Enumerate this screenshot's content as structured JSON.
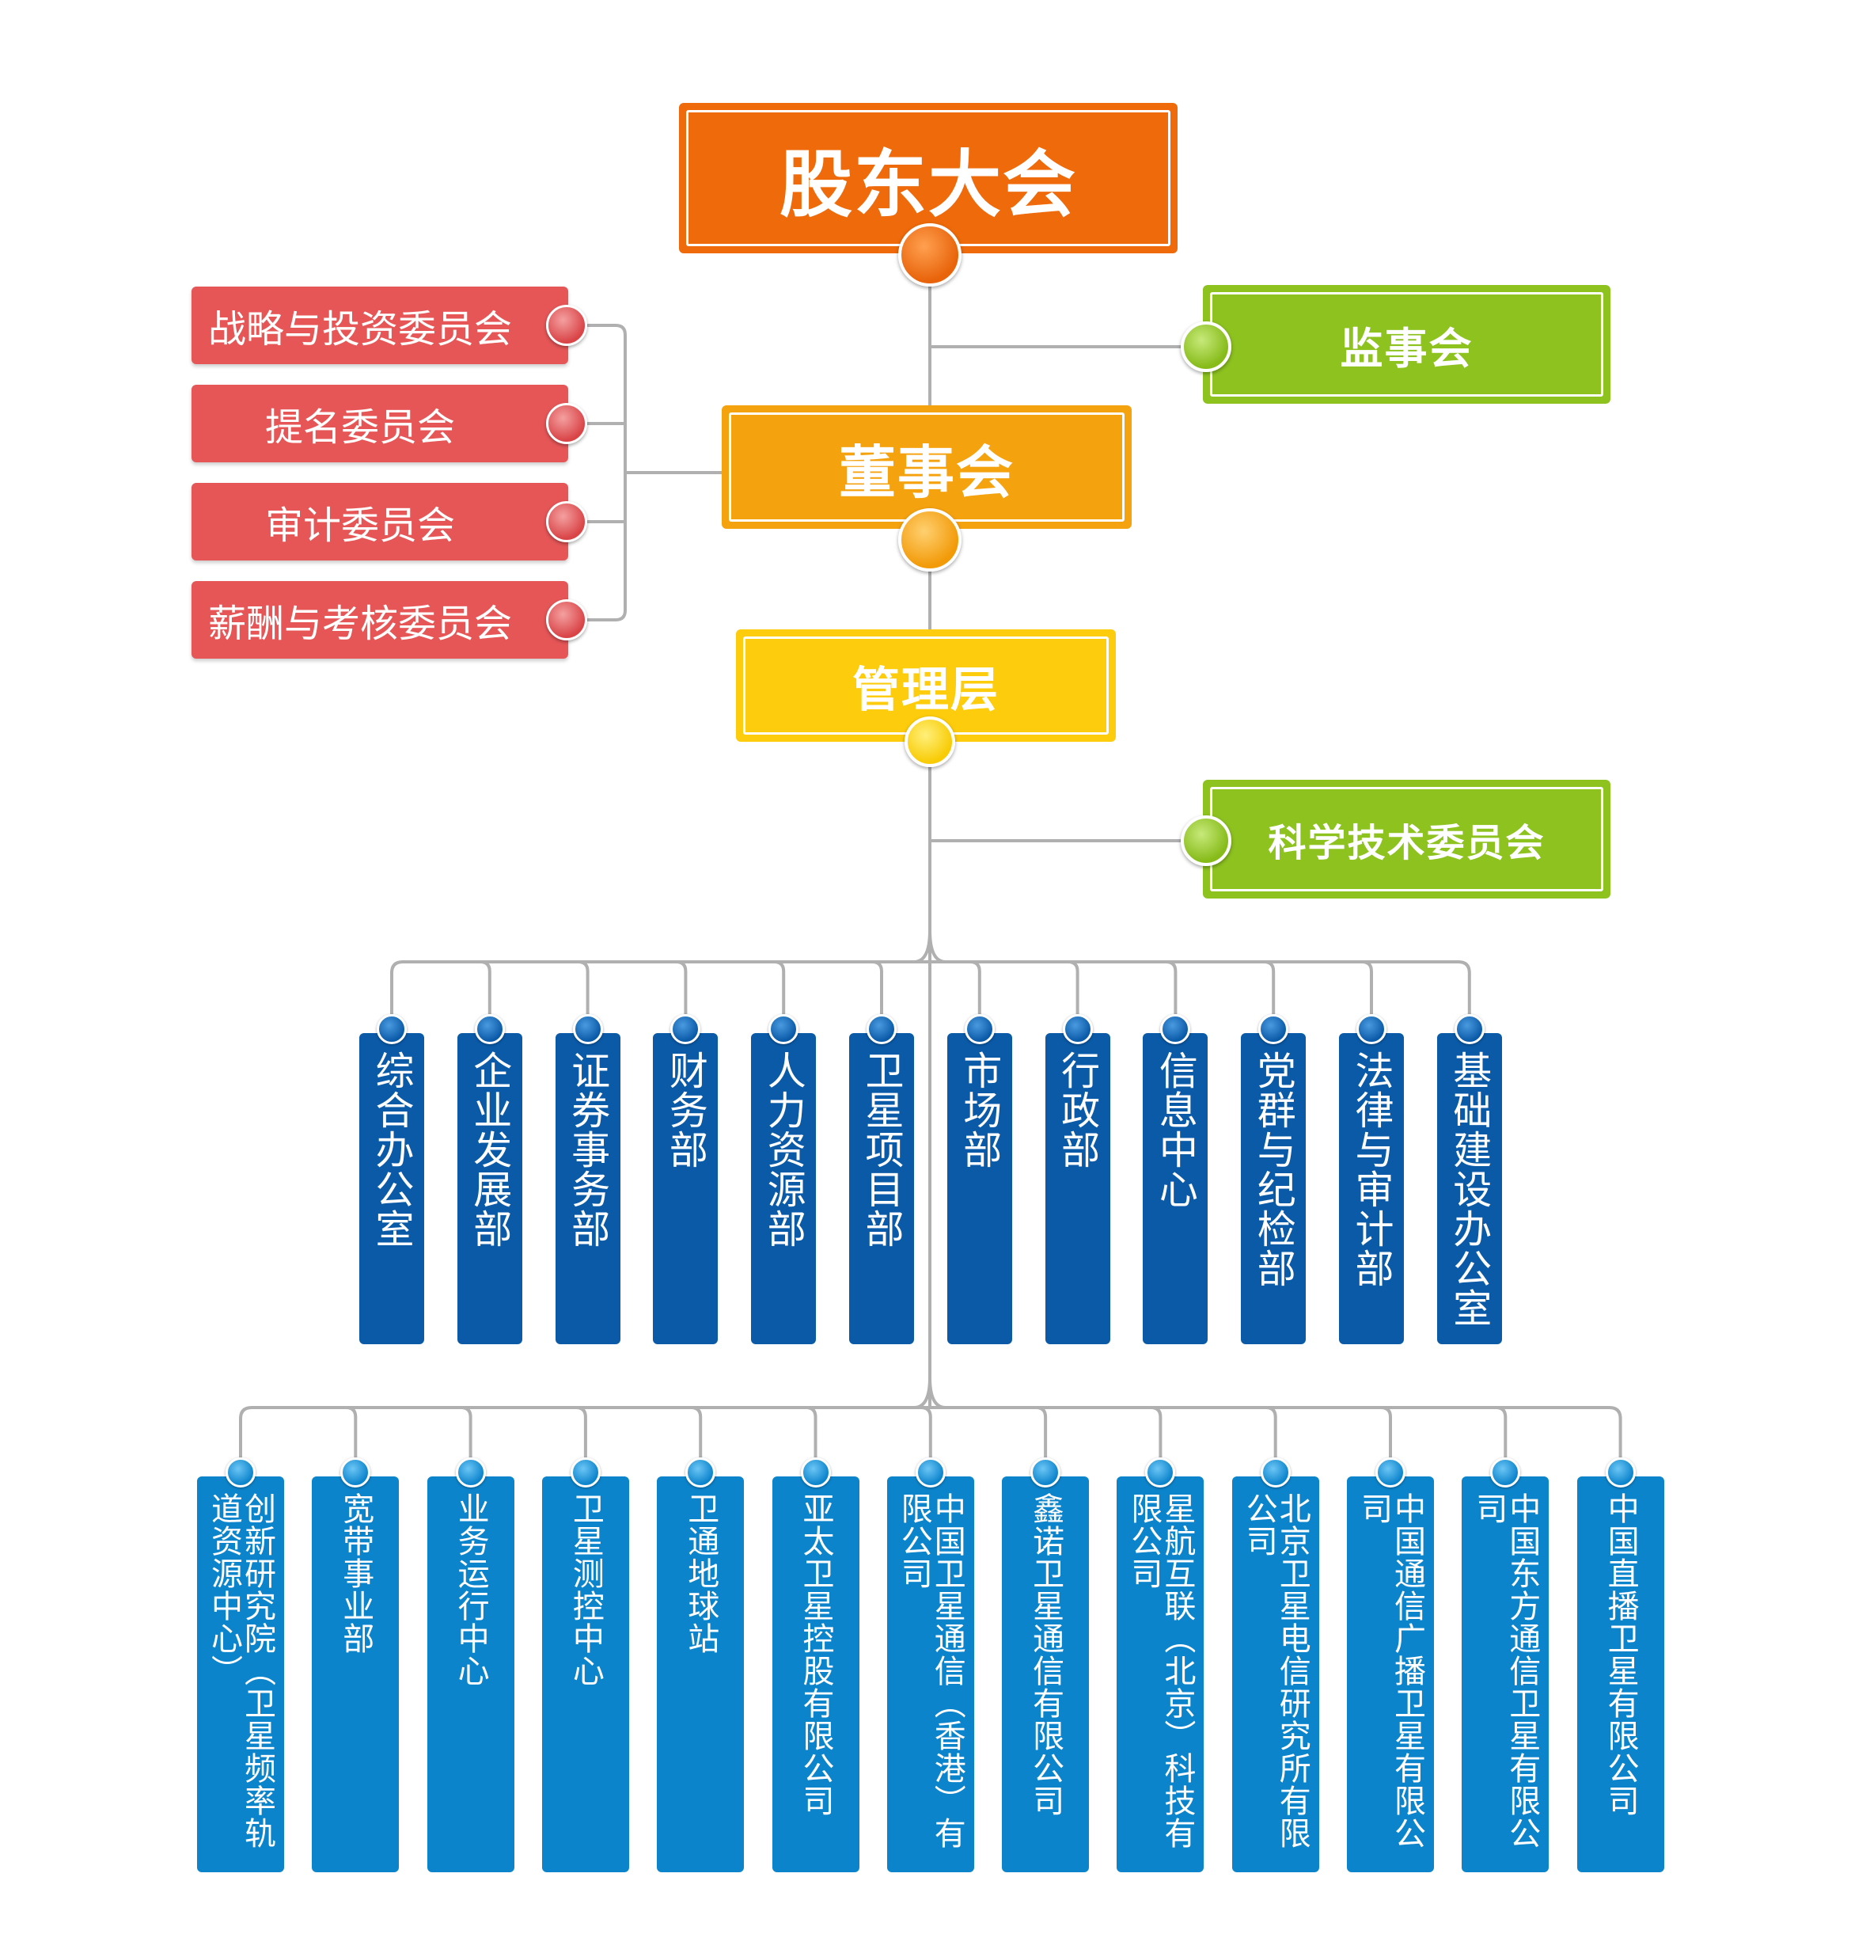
{
  "top": {
    "shareholders": {
      "label": "股东大会",
      "color": "#ee6a0a"
    },
    "board": {
      "label": "董事会",
      "color": "#f5a20f"
    },
    "management": {
      "label": "管理层",
      "color": "#fdcc0c"
    },
    "supervisors": {
      "label": "监事会",
      "color": "#8dc21f"
    },
    "science": {
      "label": "科学技术委员会",
      "color": "#8dc21f"
    }
  },
  "committees": [
    "战略与投资委员会",
    "提名委员会",
    "审计委员会",
    "薪酬与考核委员会"
  ],
  "committee_color": "#e65657",
  "departments": [
    "综合办公室",
    "企业发展部",
    "证券事务部",
    "财务部",
    "人力资源部",
    "卫星项目部",
    "市场部",
    "行政部",
    "信息中心",
    "党群与纪检部",
    "法律与审计部",
    "基础建设办公室"
  ],
  "department_color": "#0a5aa8",
  "subsidiaries": [
    "创新研究院（卫星频率轨道资源中心）",
    "宽带事业部",
    "业务运行中心",
    "卫星测控中心",
    "卫通地球站",
    "亚太卫星控股有限公司",
    "中国卫星通信（香港）有限公司",
    "鑫诺卫星通信有限公司",
    "星航互联（北京）科技有限公司",
    "北京卫星电信研究所有限公司",
    "中国通信广播卫星有限公司",
    "中国东方通信卫星有限公司",
    "中国直播卫星有限公司"
  ],
  "subsidiary_color": "#0c84cc",
  "line_color": "#b0b0b0"
}
